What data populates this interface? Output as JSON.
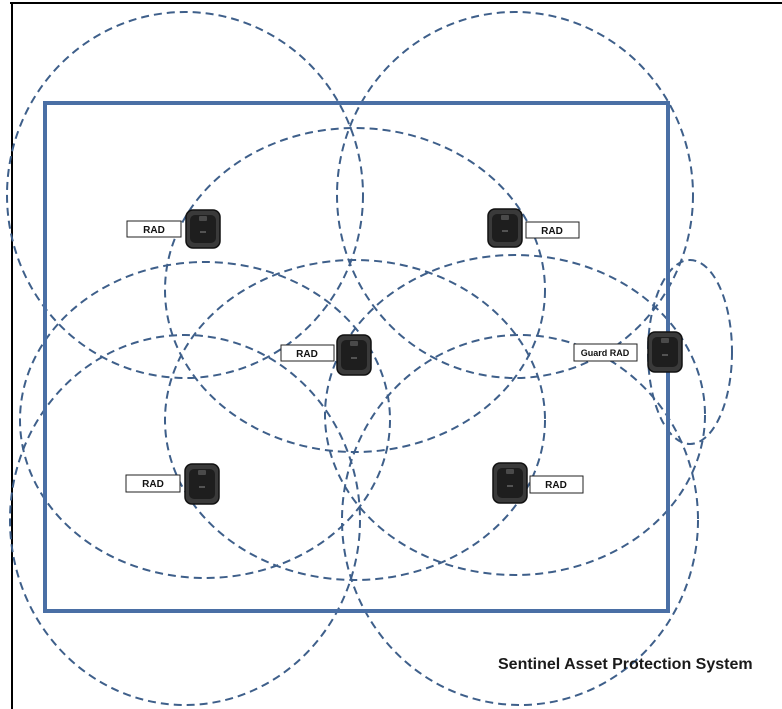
{
  "diagram": {
    "caption": "Sentinel Asset Protection System",
    "colors": {
      "coverage": "#3e5f8a",
      "perimeter": "#4a6fa5",
      "frame": "#000000",
      "device_body": "#3a3a3a",
      "device_face": "#1e1e1e"
    },
    "devices": [
      {
        "id": "rad-top-left",
        "label": "RAD",
        "icon": "sensor-device-icon"
      },
      {
        "id": "rad-top-right",
        "label": "RAD",
        "icon": "sensor-device-icon"
      },
      {
        "id": "rad-center",
        "label": "RAD",
        "icon": "sensor-device-icon"
      },
      {
        "id": "guard-rad",
        "label": "Guard RAD",
        "icon": "sensor-device-icon"
      },
      {
        "id": "rad-bottom-left",
        "label": "RAD",
        "icon": "sensor-device-icon"
      },
      {
        "id": "rad-bottom-right",
        "label": "RAD",
        "icon": "sensor-device-icon"
      }
    ]
  }
}
